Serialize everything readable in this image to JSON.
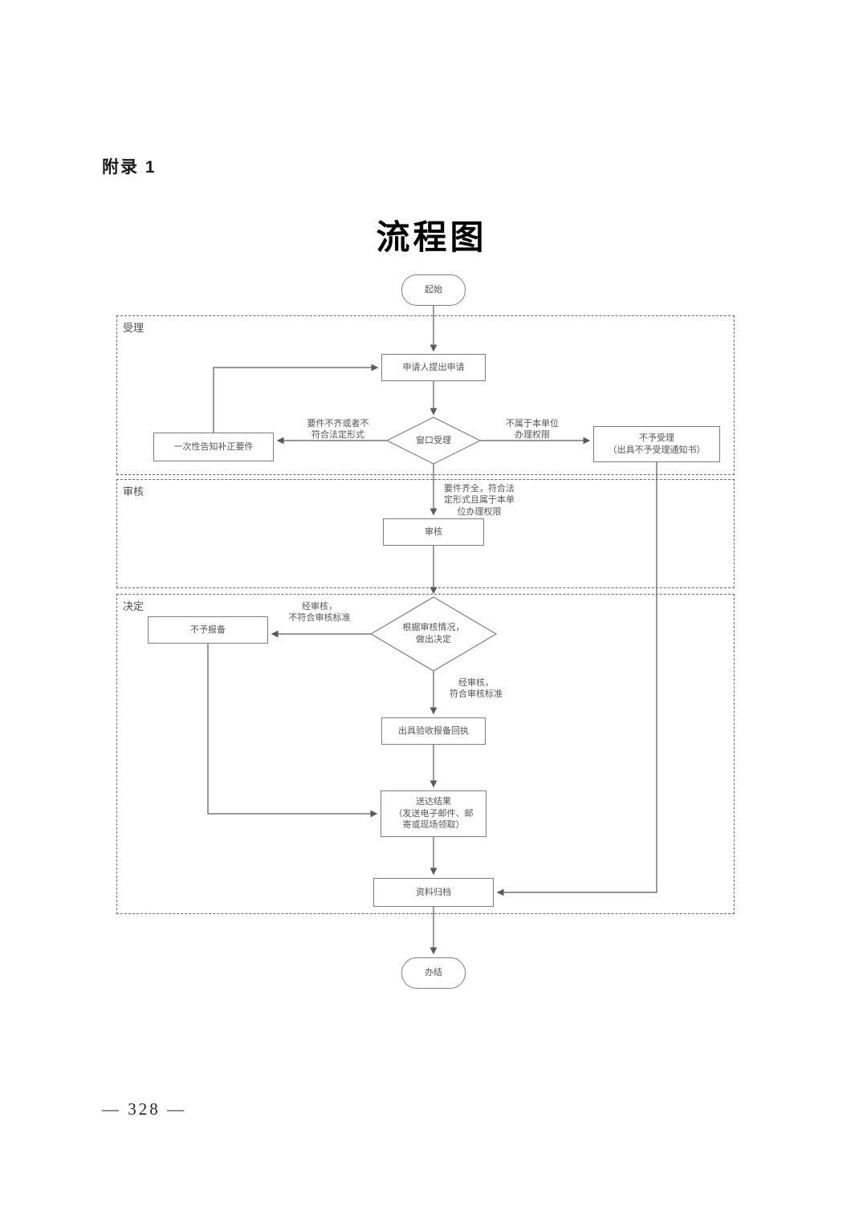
{
  "page": {
    "appendix_label": "附录 1",
    "title": "流程图",
    "page_number": "— 328 —"
  },
  "lanes": [
    {
      "label": "受理"
    },
    {
      "label": "审核"
    },
    {
      "label": "决定"
    }
  ],
  "nodes": {
    "start": "起始",
    "apply": "申请人提出申请",
    "window_accept": "窗口受理",
    "notify_correct": "一次性告知补正要件",
    "reject_accept": "不予受理\n（出具不予受理通知书）",
    "review": "审核",
    "decide": "根据审核情况，\n做出决定",
    "no_filing": "不予报备",
    "issue_receipt": "出具验收报备回执",
    "deliver": "送达结果\n（发送电子邮件、邮\n寄或现场领取）",
    "archive": "资料归档",
    "end": "办结"
  },
  "edge_labels": {
    "incomplete": "要件不齐或者不\n符合法定形式",
    "not_authority": "不属于本单位\n办理权限",
    "complete": "要件齐全，符合法\n定形式且属于本单\n位办理权限",
    "fail_review": "经审核，\n不符合审核标准",
    "pass_review": "经审核，\n符合审核标准"
  }
}
